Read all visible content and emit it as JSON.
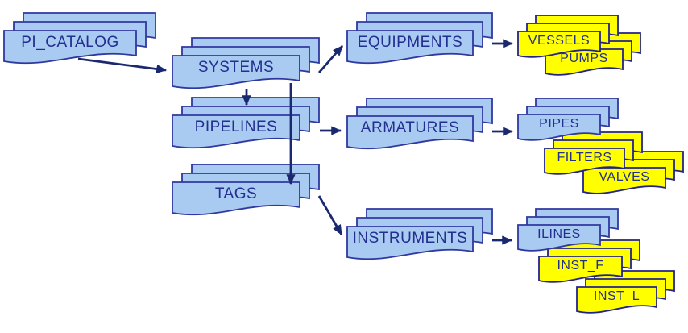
{
  "diagram": {
    "colors": {
      "blue_fill": "#A9CAF1",
      "blue_border": "#3038A0",
      "yellow_fill": "#FFFF00",
      "yellow_border": "#23238C",
      "text": "#232E91",
      "arrow": "#1A2870"
    },
    "nodes": [
      {
        "id": "pi-catalog",
        "label": "PI_CATALOG",
        "type": "blue"
      },
      {
        "id": "systems",
        "label": "SYSTEMS",
        "type": "blue"
      },
      {
        "id": "pipelines",
        "label": "PIPELINES",
        "type": "blue"
      },
      {
        "id": "tags",
        "label": "TAGS",
        "type": "blue"
      },
      {
        "id": "equipments",
        "label": "EQUIPMENTS",
        "type": "blue"
      },
      {
        "id": "armatures",
        "label": "ARMATURES",
        "type": "blue"
      },
      {
        "id": "instruments",
        "label": "INSTRUMENTS",
        "type": "blue"
      },
      {
        "id": "vessels",
        "label": "VESSELS",
        "type": "yellow"
      },
      {
        "id": "pumps",
        "label": "PUMPS",
        "type": "yellow"
      },
      {
        "id": "pipes",
        "label": "PIPES",
        "type": "blue"
      },
      {
        "id": "filters",
        "label": "FILTERS",
        "type": "yellow"
      },
      {
        "id": "valves",
        "label": "VALVES",
        "type": "yellow"
      },
      {
        "id": "ilines",
        "label": "ILINES",
        "type": "blue"
      },
      {
        "id": "inst-f",
        "label": "INST_F",
        "type": "yellow"
      },
      {
        "id": "inst-l",
        "label": "INST_L",
        "type": "yellow"
      }
    ],
    "edges": [
      {
        "from": "PI_CATALOG",
        "to": "SYSTEMS"
      },
      {
        "from": "SYSTEMS",
        "to": "EQUIPMENTS"
      },
      {
        "from": "SYSTEMS",
        "to": "PIPELINES"
      },
      {
        "from": "SYSTEMS",
        "to": "TAGS"
      },
      {
        "from": "PIPELINES",
        "to": "ARMATURES"
      },
      {
        "from": "TAGS",
        "to": "INSTRUMENTS"
      },
      {
        "from": "EQUIPMENTS",
        "to": "VESSELS"
      },
      {
        "from": "ARMATURES",
        "to": "PIPES"
      },
      {
        "from": "INSTRUMENTS",
        "to": "ILINES"
      }
    ]
  }
}
